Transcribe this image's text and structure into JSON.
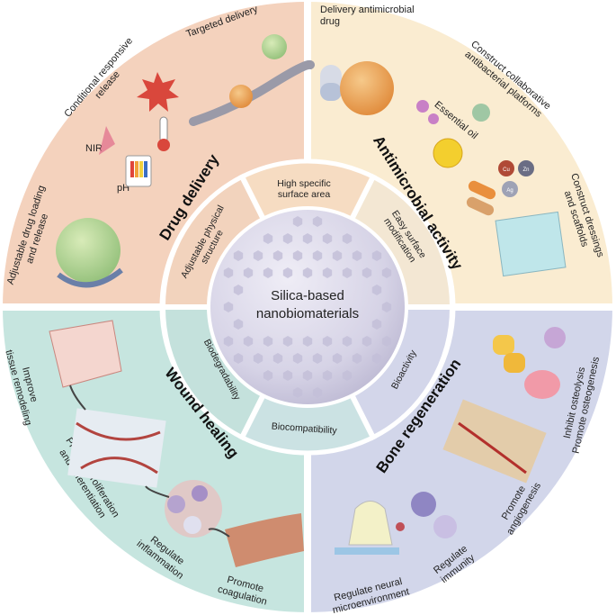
{
  "center": {
    "line1": "Silica-based",
    "line2": "nanobiomaterials"
  },
  "ring_properties": [
    {
      "id": "surface-area",
      "line1": "High specific",
      "line2": "surface area"
    },
    {
      "id": "surface-modification",
      "line1": "Easy surface",
      "line2": "modification"
    },
    {
      "id": "bioactivity",
      "line1": "Bioactivity",
      "line2": ""
    },
    {
      "id": "biocompatibility",
      "line1": "Biocompatibility",
      "line2": ""
    },
    {
      "id": "biodegradability",
      "line1": "Biodegradability",
      "line2": ""
    },
    {
      "id": "physical-structure",
      "line1": "Adjustable physical",
      "line2": "structure"
    }
  ],
  "quadrants": {
    "drug_delivery": {
      "title": "Drug delivery",
      "color": "#f4d2bd",
      "labels": {
        "targeted": "Targeted delivery",
        "conditional_1": "Conditional responsive",
        "conditional_2": "release",
        "nir": "NIR",
        "ph": "pH",
        "loading_1": "Adjustable drug loading",
        "loading_2": "and release"
      }
    },
    "antimicrobial": {
      "title": "Antimicrobial activity",
      "color": "#faecd1",
      "labels": {
        "delivery_1": "Delivery antimicrobial",
        "delivery_2": "drug",
        "collab_1": "Construct collaborative",
        "collab_2": "antibacterial platforms",
        "essential_oil": "Essential oil",
        "dressings_1": "Construct dressings",
        "dressings_2": "and scaffolds",
        "ion_cu": "Cu",
        "ion_zn": "Zn",
        "ion_ag": "Ag"
      }
    },
    "wound_healing": {
      "title": "Wound healing",
      "color": "#c6e5df",
      "labels": {
        "remodel_1": "Improve",
        "remodel_2": "tissue remodeling",
        "prolif_1": "Promote proliferation",
        "prolif_2": "and differentiation",
        "inflam_1": "Regulate",
        "inflam_2": "inflammation",
        "coag_1": "Promote",
        "coag_2": "coagulation"
      }
    },
    "bone_regeneration": {
      "title": "Bone regeneration",
      "color": "#d2d6ea",
      "labels": {
        "osteo_1": "Inhibit osteolysis",
        "osteo_2": "Promote osteogenesis",
        "angio_1": "Promote",
        "angio_2": "angiogenesis",
        "immun_1": "Regulate",
        "immun_2": "immunity",
        "neural_1": "Regulate neural",
        "neural_2": "microenvironment"
      }
    }
  }
}
